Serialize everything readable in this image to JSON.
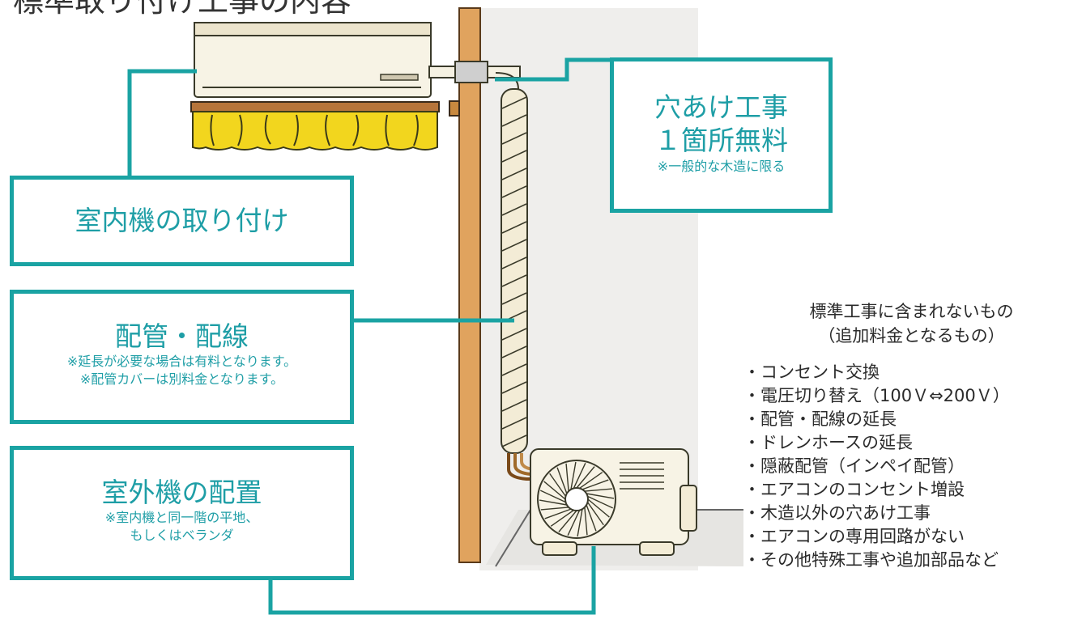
{
  "title": "標準取り付け工事の内容",
  "labels": {
    "hole": {
      "title_line1": "穴あけ工事",
      "title_line2": "１箇所無料",
      "note": "※一般的な木造に限る"
    },
    "indoor": {
      "title": "室内機の取り付け"
    },
    "piping": {
      "title": "配管・配線",
      "note_line1": "※延長が必要な場合は有料となります。",
      "note_line2": "※配管カバーは別料金となります。"
    },
    "outdoor": {
      "title": "室外機の配置",
      "note_line1": "※室内機と同一階の平地、",
      "note_line2": "もしくはベランダ"
    }
  },
  "excluded": {
    "heading_line1": "標準工事に含まれないもの",
    "heading_line2": "（追加料金となるもの）",
    "items": [
      "・コンセント交換",
      "・電圧切り替え（100Ｖ⇔200Ｖ）",
      "・配管・配線の延長",
      "・ドレンホースの延長",
      "・隠蔽配管（インペイ配管）",
      "・エアコンのコンセント増設",
      "・木造以外の穴あけ工事",
      "・エアコンの専用回路がない",
      "・その他特殊工事や追加部品など"
    ]
  },
  "colors": {
    "accent": "#1aa3a3",
    "pillar": "#e0a35e",
    "wall": "#efeeec",
    "curtain": "#f2d61e",
    "unit": "#f7f3e5"
  }
}
